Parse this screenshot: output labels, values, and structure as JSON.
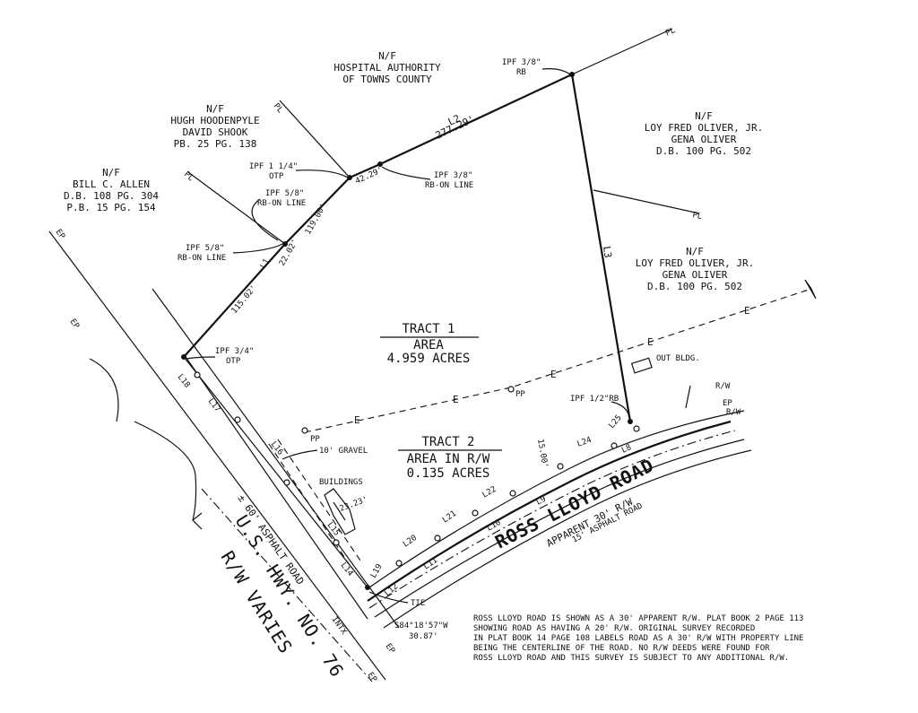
{
  "adjoiners": {
    "hospital": {
      "nf": "N/F",
      "name": "HOSPITAL AUTHORITY",
      "name2": "OF TOWNS COUNTY"
    },
    "hoodenpyle": {
      "nf": "N/F",
      "name": "HUGH HOODENPYLE",
      "name2": "DAVID SHOOK",
      "ref": "PB. 25 PG. 138"
    },
    "allen": {
      "nf": "N/F",
      "name": "BILL C. ALLEN",
      "ref": "D.B. 108 PG. 304",
      "ref2": "P.B. 15 PG. 154"
    },
    "oliver_top": {
      "nf": "N/F",
      "name": "LOY FRED OLIVER, JR.",
      "name2": "GENA OLIVER",
      "ref": "D.B. 100 PG. 502"
    },
    "oliver_bottom": {
      "nf": "N/F",
      "name": "LOY FRED OLIVER, JR.",
      "name2": "GENA OLIVER",
      "ref": "D.B. 100 PG. 502"
    }
  },
  "monuments": {
    "top": {
      "l1": "IPF 3/8\"",
      "l2": "RB"
    },
    "otp14": {
      "l1": "IPF 1 1/4\"",
      "l2": "OTP"
    },
    "rb_online_1": {
      "l1": "IPF 3/8\"",
      "l2": "RB-ON LINE"
    },
    "rb_online_2": {
      "l1": "IPF 5/8\"",
      "l2": "RB-ON LINE"
    },
    "rb_online_3": {
      "l1": "IPF 5/8\"",
      "l2": "RB-ON LINE"
    },
    "otp34": {
      "l1": "IPF 3/4\"",
      "l2": "OTP"
    },
    "rb12": "IPF 1/2\"RB"
  },
  "lines": {
    "l2": "L2",
    "l2_dist": "277.29'",
    "l3": "L3",
    "d4229": "42.29'",
    "d11900": "119.00'",
    "l1": "L1",
    "d2202": "22.02'",
    "d11502": "115.02'",
    "l18": "L18",
    "l17": "L17",
    "l16": "L16",
    "l15": "L15",
    "l14": "L14",
    "l19": "L19",
    "l20": "L20",
    "l21": "L21",
    "l22": "L22",
    "l24": "L24",
    "l25": "L25",
    "l12": "L12",
    "l11": "L11",
    "l10": "L10",
    "l9": "L9",
    "l8": "L8",
    "d1500": "15.00'",
    "d2323": "23.23'"
  },
  "tracts": {
    "tract1": {
      "name": "TRACT 1",
      "area_label": "AREA",
      "area": "4.959 ACRES"
    },
    "tract2": {
      "name": "TRACT 2",
      "area_label": "AREA  IN R/W",
      "area": "0.135  ACRES"
    }
  },
  "features": {
    "out_bldg": "OUT BLDG.",
    "gravel": "10' GRAVEL",
    "buildings": "BUILDINGS",
    "pp1": "PP",
    "pp2": "PP",
    "e": "E",
    "ep": "EP",
    "pl": "PL",
    "rw": "R/W",
    "intx": "INTX",
    "asphalt": "± 60' ASPHALT ROAD"
  },
  "roads": {
    "ross_name": "ROSS LLOYD ROAD",
    "ross_rw": "APPARENT 30' R/W",
    "ross_surface": "15' ASPHALT ROAD",
    "hwy_name": "U.S. HWY. NO. 76",
    "hwy_rw": "R/W VARIES"
  },
  "tie": {
    "label": "TIE",
    "bearing": "S84°18'57\"W",
    "distance": "30.87'"
  },
  "note": {
    "line1": "ROSS LLOYD ROAD IS SHOWN AS A 30' APPARENT R/W.  PLAT BOOK 2 PAGE 113",
    "line2": "SHOWING ROAD AS HAVING A 20' R/W. ORIGINAL SURVEY RECORDED",
    "line3": "IN PLAT BOOK 14 PAGE 108 LABELS ROAD AS A 30' R/W WITH PROPERTY LINE",
    "line4": "BEING THE CENTERLINE OF THE ROAD. NO R/W DEEDS WERE FOUND FOR",
    "line5": "ROSS LLOYD ROAD AND THIS SURVEY IS SUBJECT TO ANY ADDITIONAL R/W."
  }
}
